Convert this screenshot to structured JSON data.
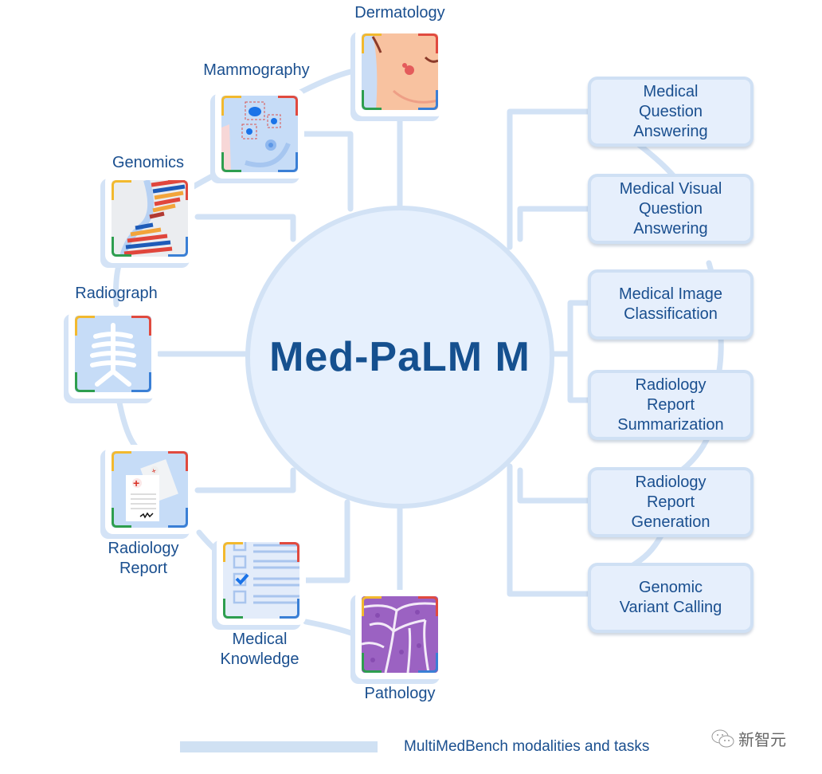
{
  "hub": {
    "title": "Med-PaLM M"
  },
  "modalities": [
    {
      "id": "dermatology",
      "label": "Dermatology"
    },
    {
      "id": "mammography",
      "label": "Mammography"
    },
    {
      "id": "genomics",
      "label": "Genomics"
    },
    {
      "id": "radiograph",
      "label": "Radiograph"
    },
    {
      "id": "radiology-report",
      "label": "Radiology\nReport"
    },
    {
      "id": "medical-knowledge",
      "label": "Medical\nKnowledge"
    },
    {
      "id": "pathology",
      "label": "Pathology"
    }
  ],
  "tasks": [
    {
      "label": "Medical\nQuestion\nAnswering"
    },
    {
      "label": "Medical Visual\nQuestion\nAnswering"
    },
    {
      "label": "Medical Image\nClassification"
    },
    {
      "label": "Radiology\nReport\nSummarization"
    },
    {
      "label": "Radiology\nReport\nGeneration"
    },
    {
      "label": "Genomic\nVariant Calling"
    }
  ],
  "legend": {
    "text": "MultiMedBench modalities and tasks"
  },
  "watermark": {
    "text": "新智元",
    "icon": "wechat-icon"
  },
  "colors": {
    "title": "#15508f",
    "label": "#1a4f8f",
    "connector": "#d2e2f5",
    "hub_fill": "#e6f0fd",
    "task_fill": "#e6effc",
    "corner_yellow": "#f2b92f",
    "corner_red": "#e04a3f",
    "corner_green": "#2e9e4f",
    "corner_blue": "#3a7fd5"
  }
}
